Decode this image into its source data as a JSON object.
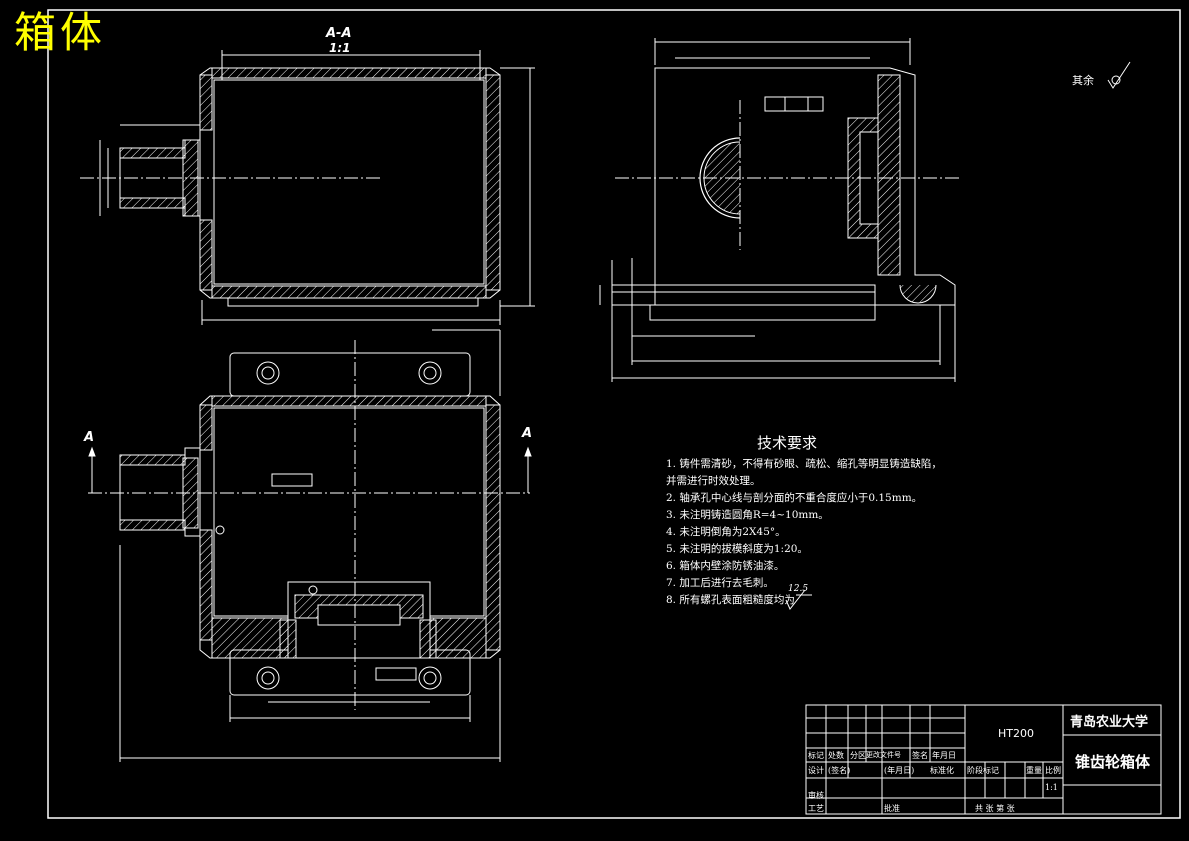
{
  "sheet": {
    "title": "箱体"
  },
  "section": {
    "label": "A-A",
    "scale": "1:1"
  },
  "view_marks": {
    "left": "A",
    "right": "A"
  },
  "roughness": {
    "label": "其余"
  },
  "tech_requirements": {
    "title": "技术要求",
    "items": [
      "1. 铸件需清砂，不得有砂眼、疏松、缩孔等明显铸造缺陷，",
      "    并需进行时效处理。",
      "2. 轴承孔中心线与剖分面的不重合度应小于0.15mm。",
      "3. 未注明铸造圆角R=4~10mm。",
      "4. 未注明倒角为2X45°。",
      "5. 未注明的拔模斜度为1:20。",
      "6. 箱体内壁涂防锈油漆。",
      "7. 加工后进行去毛刺。",
      "8. 所有螺孔表面粗糙度均为"
    ],
    "roughness_value": "12.5"
  },
  "title_block": {
    "material": "HT200",
    "school": "青岛农业大学",
    "part_name": "锥齿轮箱体",
    "scale": "1:1",
    "row_labels": [
      "标记",
      "处数",
      "分区",
      "更改文件号",
      "签名",
      "年月日"
    ],
    "design_row": [
      "设计",
      "(签名)",
      "(年月日)",
      "标准化"
    ],
    "stage_labels": [
      "阶段标记",
      "重量",
      "比例"
    ],
    "review": "审核",
    "process": "工艺",
    "approve": "批准",
    "sheet_info": "共 张  第 张"
  },
  "colors": {
    "background": "#000000",
    "line": "#ffffff",
    "hatch": "#ffffff",
    "title": "#ffff00"
  }
}
